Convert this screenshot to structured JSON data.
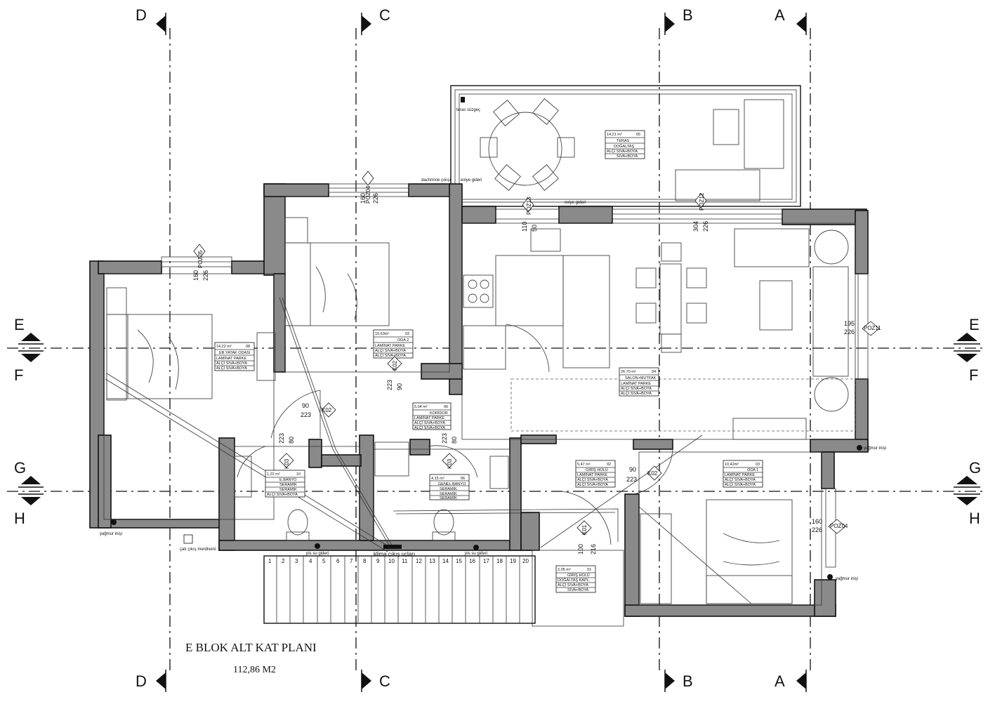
{
  "title": "E  BLOK ALT KAT PLANI",
  "area_total": "112,86 M2",
  "axes_vertical": [
    {
      "label": "D"
    },
    {
      "label": "C"
    },
    {
      "label": "B"
    },
    {
      "label": "A"
    }
  ],
  "axes_horizontal": [
    {
      "label": "E"
    },
    {
      "label": "F"
    },
    {
      "label": "G"
    },
    {
      "label": "H"
    }
  ],
  "rooms": [
    {
      "area": "14,21 m²",
      "code": "05",
      "name": "TERAS",
      "finishes": [
        "DOĞALTAŞ",
        "ALÇI SIVA+BOYA",
        "SIVA+BOYA"
      ]
    },
    {
      "area": "10,63m²",
      "code": "03",
      "name": "ODA 2",
      "finishes": [
        "LAMİNAT PARKE",
        "ALÇI SIVA+BOYA",
        "ALÇI SIVA+BOYA"
      ]
    },
    {
      "area": "14,22 m²",
      "code": "08",
      "name": "EB.YATAK ODASI",
      "finishes": [
        "LAMİNAT PARKE",
        "ALÇI SIVA+BOYA",
        "ALÇI SIVA+BOYA"
      ]
    },
    {
      "area": "5,04 m²",
      "code": "06",
      "name": "KORİDOR",
      "finishes": [
        "LAMİNAT PARKE",
        "ALÇI SIVA+BOYA",
        "ALÇI SIVA+BOYA"
      ]
    },
    {
      "area": "26,70 m²",
      "code": "04",
      "name": "SALON+MUTFAK",
      "finishes": [
        "LAMİNAT PARKE",
        "ALÇI SIVA+BOYA",
        "ALÇI SIVA+BOYA"
      ]
    },
    {
      "area": "4,15 m²",
      "code": "06",
      "name": "GENEL BANYO",
      "finishes": [
        "SERAMİK",
        "SERAMİK",
        "SERAMİK"
      ]
    },
    {
      "area": "1,22 m²",
      "code": "10",
      "name": "E.BANYO",
      "finishes": [
        "SERAMİK",
        "SERAMİK",
        "ALÇI SIVA+BOYA"
      ]
    },
    {
      "area": "5,47 m²",
      "code": "02",
      "name": "GİRİŞ HOLÜ",
      "finishes": [
        "LAMİNAT PARKE",
        "ALÇI SIVA+BOYA",
        "ALÇI SIVA+BOYA"
      ]
    },
    {
      "area": "10,42m²",
      "code": "03",
      "name": "ODA 1",
      "finishes": [
        "LAMİNAT PARKE",
        "ALÇI SIVA+BOYA",
        "ALÇI SIVA+BOYA"
      ]
    },
    {
      "area": "2,05 m²",
      "code": "01",
      "name": "GİRİŞ HOLÜ",
      "finishes": [
        "DOĞALTAŞ KAPL.",
        "ALÇI SIVA+BOYA",
        "SIVA+BOYA"
      ]
    }
  ],
  "window_tags": [
    "POZ04",
    "POZ05",
    "POZ13",
    "POZ12",
    "POZ11",
    "POZ04"
  ],
  "door_tags": [
    "K02",
    "K02",
    "K03",
    "K03",
    "K02",
    "K01"
  ],
  "dimensions": [
    "160",
    "226",
    "160",
    "226",
    "90",
    "223",
    "90",
    "223",
    "223",
    "80",
    "223",
    "80",
    "90",
    "223",
    "100",
    "216",
    "195",
    "226",
    "160",
    "226",
    "304",
    "226",
    "110",
    "50"
  ],
  "annotations": {
    "rain_1": "yağmur inişi",
    "rain_2": "yağmur inişi",
    "rain_3": "yağmur inişi",
    "drain_grate": "çatı çıkış merdiveni",
    "waste_1": "pis su gideri",
    "waste_2": "pis su gideri",
    "ac": "klima çıkış uçları",
    "sink": "eviye gideri",
    "terrace_drain": "teras süzgeç",
    "balcony_drain": "dachrinne çıkışı",
    "kitchen_drain": "eviye gideri"
  },
  "stair_steps": [
    "1",
    "2",
    "3",
    "4",
    "5",
    "6",
    "7",
    "8",
    "9",
    "10",
    "11",
    "12",
    "13",
    "14",
    "15",
    "16",
    "17",
    "18",
    "19",
    "20"
  ]
}
